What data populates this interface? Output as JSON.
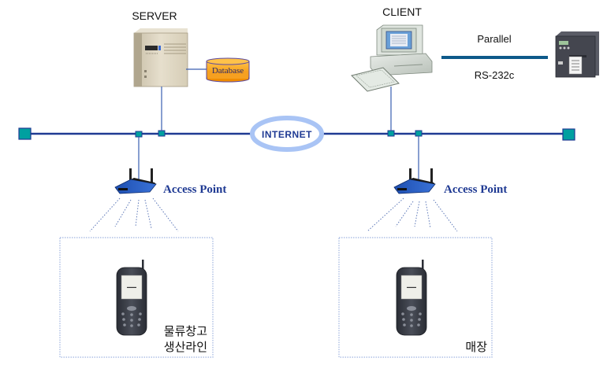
{
  "diagram": {
    "server": {
      "label": "SERVER",
      "database_label": "Database"
    },
    "client": {
      "label": "CLIENT"
    },
    "printer_link": {
      "top_label": "Parallel",
      "bottom_label": "RS-232c"
    },
    "internet": {
      "label": "INTERNET"
    },
    "access_points": [
      {
        "label": "Access Point"
      },
      {
        "label": "Access Point"
      }
    ],
    "zones": [
      {
        "lines": [
          "물류창고",
          "생산라인"
        ]
      },
      {
        "lines": [
          "매장"
        ]
      }
    ],
    "colors": {
      "bus_line": "#1f3a93",
      "node_fill": "#00a0a0",
      "node_stroke": "#1f3a93",
      "internet_ring": "#a9c4f5",
      "internet_text": "#1f3a93",
      "ap_text": "#1f3a93",
      "printer_link": "#0e5a8a",
      "database_fill": "#f7a21b",
      "zone_border": "#9fb3e0"
    }
  }
}
